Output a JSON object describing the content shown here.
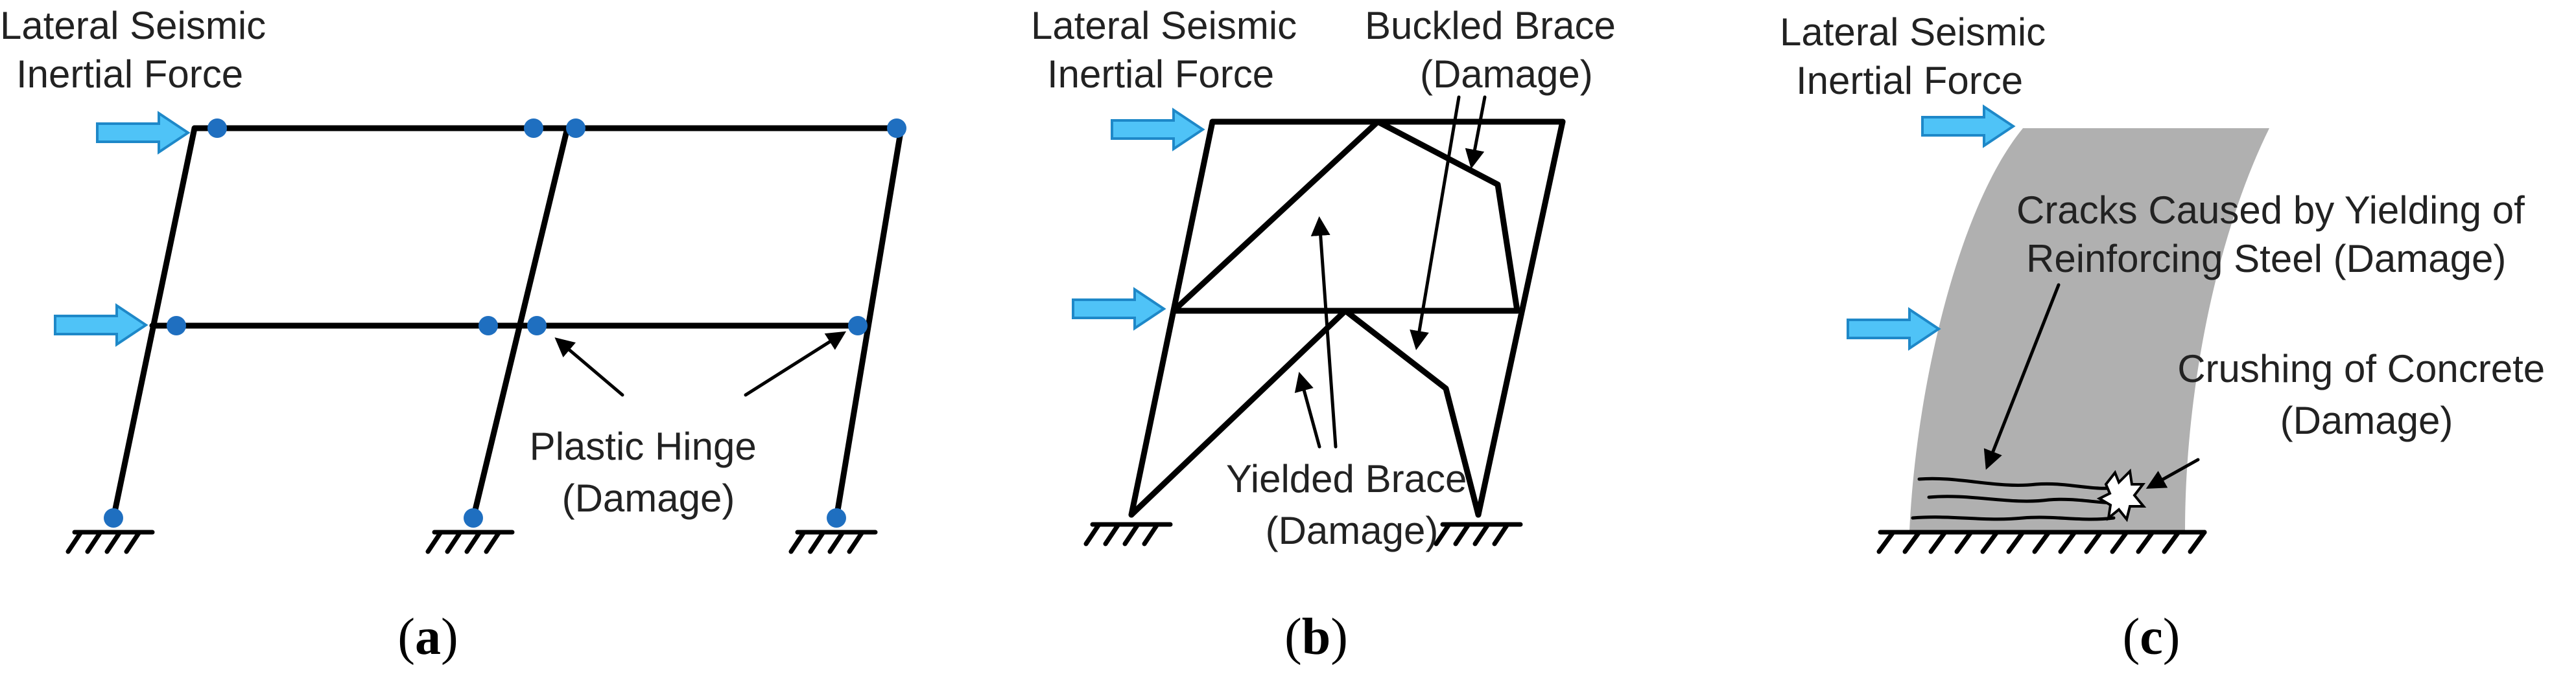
{
  "panels": {
    "a": {
      "force_label": [
        "Lateral Seismic",
        "Inertial Force"
      ],
      "damage_label": [
        "Plastic Hinge",
        "(Damage)"
      ],
      "caption": {
        "open": "(",
        "letter": "a",
        "close": ")"
      }
    },
    "b": {
      "force_label": [
        "Lateral Seismic",
        "Inertial Force"
      ],
      "buckled_label": [
        "Buckled Brace",
        "(Damage)"
      ],
      "yielded_label": [
        "Yielded Brace",
        "(Damage)"
      ],
      "caption": {
        "open": "(",
        "letter": "b",
        "close": ")"
      }
    },
    "c": {
      "force_label": [
        "Lateral Seismic",
        "Inertial Force"
      ],
      "cracks_label": [
        "Cracks Caused by Yielding of",
        "Reinforcing Steel (Damage)"
      ],
      "crushing_label": [
        "Crushing of Concrete",
        "(Damage)"
      ],
      "caption": {
        "open": "(",
        "letter": "c",
        "close": ")"
      }
    }
  },
  "colors": {
    "force_arrow": "#4fc3f7",
    "force_arrow_stroke": "#1e88c8",
    "hinge": "#1f6fc0",
    "wall_fill": "#b0b0b0"
  }
}
